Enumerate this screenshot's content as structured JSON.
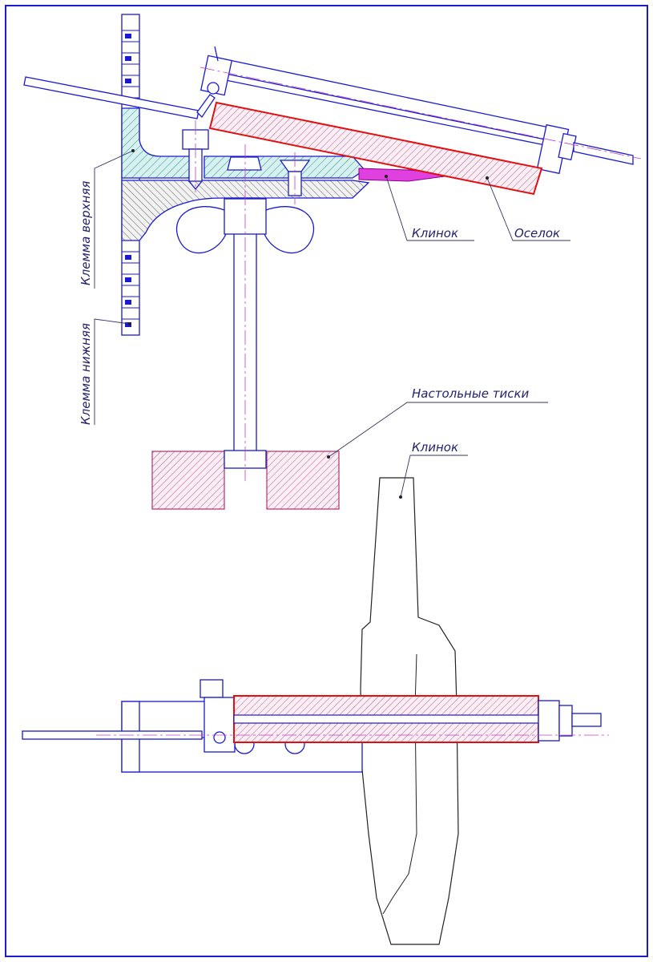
{
  "labels": {
    "upper_clamp": "Клемма верхняя",
    "lower_clamp": "Клемма нижняя",
    "blade_top": "Клинок",
    "whetstone": "Оселок",
    "bench_vise": "Настольные тиски",
    "blade_bottom": "Клинок"
  },
  "colors": {
    "line": "#1a1ad0",
    "frame": "#1a1ad0",
    "hatch_clamp": "#2a8f8a",
    "fill_clamp": "#d7f1f1",
    "hatch_stone": "#b0306e",
    "stone_edge": "#e01010",
    "blade_fill": "#e040e0",
    "leader": "#333366",
    "centerline": "#c040c0"
  }
}
